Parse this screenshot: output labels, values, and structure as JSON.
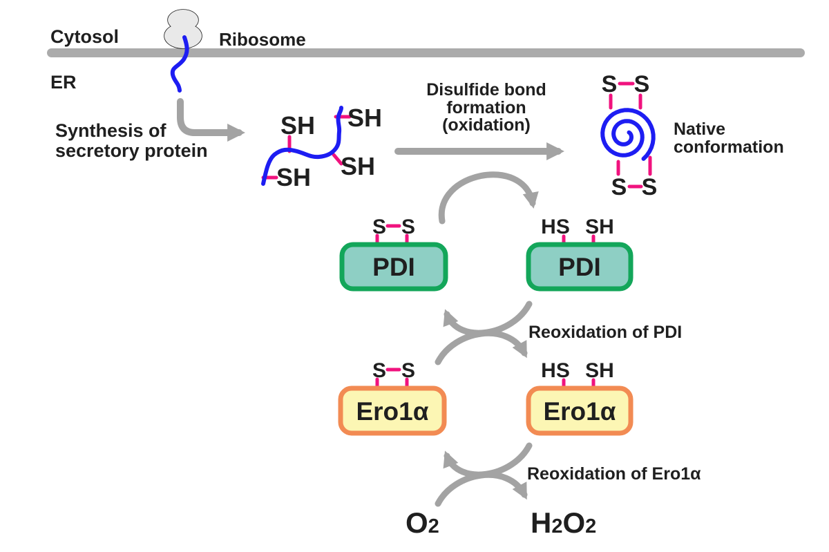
{
  "colors": {
    "arrow-gray": "#a3a3a3",
    "membrane-gray": "#ababab",
    "protein-blue": "#1d1df2",
    "bond-pink": "#f0127e",
    "pdi-border": "#13a65a",
    "pdi-fill": "#8ecfc4",
    "ero1-border": "#f28b53",
    "ero1-fill": "#fcf6b4",
    "ribosome-fill": "#e9e9e9",
    "ink": "#1f1f1f"
  },
  "regions": {
    "cytosol": "Cytosol",
    "er": "ER",
    "ribosome": "Ribosome"
  },
  "steps": {
    "synthesis_line1": "Synthesis of",
    "synthesis_line2": "secretory protein",
    "oxidation_line1": "Disulfide bond",
    "oxidation_line2": "formation",
    "oxidation_line3": "(oxidation)",
    "native_line1": "Native",
    "native_line2": "conformation",
    "reoxidation_pdi": "Reoxidation of PDI",
    "reoxidation_ero1": "Reoxidation of Ero1α"
  },
  "unfolded": {
    "sh1": "SH",
    "sh2": "SH",
    "sh3": "SH",
    "sh4": "SH"
  },
  "native_bonds": {
    "top_left": "S",
    "top_right": "S",
    "bottom_left": "S",
    "bottom_right": "S"
  },
  "pdi": {
    "label": "PDI",
    "oxidized_left": "S",
    "oxidized_right": "S",
    "reduced_left": "HS",
    "reduced_right": "SH"
  },
  "ero1": {
    "label": "Ero1α",
    "oxidized_left": "S",
    "oxidized_right": "S",
    "reduced_left": "HS",
    "reduced_right": "SH"
  },
  "molecules": {
    "o2_main": "O",
    "o2_sub": "2",
    "h2o2_h": "H",
    "h2o2_sub1": "2",
    "h2o2_o": "O",
    "h2o2_sub2": "2"
  }
}
